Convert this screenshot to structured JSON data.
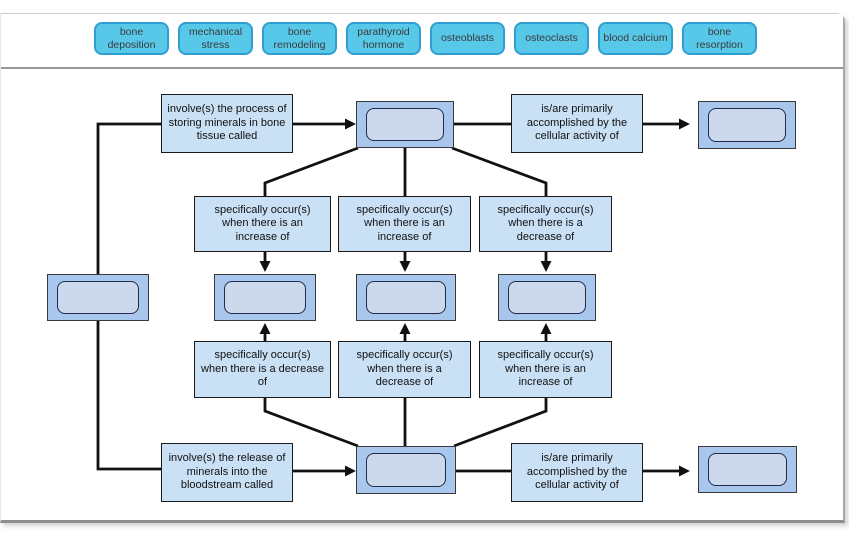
{
  "palette": {
    "chip_fill": "#58c8e9",
    "chip_border": "#2f9ed2",
    "statement_fill": "#c9e0f5",
    "slot_fill": "#a9c6ec",
    "slot_inner_fill": "#ccd9ed",
    "connector": "#111111",
    "divider": "#999999"
  },
  "word_bank": [
    "bone deposition",
    "mechanical stress",
    "bone remodeling",
    "parathyroid hormone",
    "osteoblasts",
    "osteoclasts",
    "blood calcium",
    "bone resorption"
  ],
  "diagram": {
    "top_row": {
      "left_statement": "involve(s) the process of storing minerals in bone tissue called",
      "right_statement": "is/are primarily accomplished by the cellular activity of"
    },
    "upper_conditions": [
      "specifically occur(s) when there is an increase of",
      "specifically occur(s) when there is an increase of",
      "specifically occur(s) when there is a decrease of"
    ],
    "lower_conditions": [
      "specifically occur(s) when there is a decrease of",
      "specifically occur(s) when there is a decrease of",
      "specifically occur(s) when there is an increase of"
    ],
    "bottom_row": {
      "left_statement": "involve(s) the release of minerals into the bloodstream called",
      "right_statement": "is/are primarily accomplished by the cellular activity of"
    }
  }
}
